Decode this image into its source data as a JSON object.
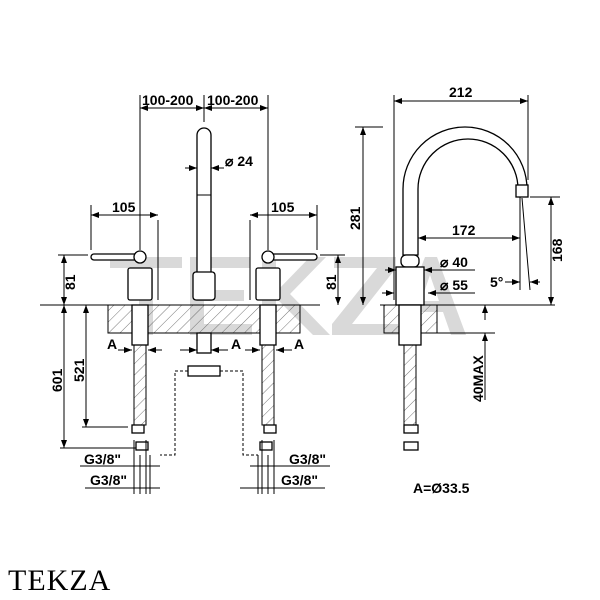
{
  "watermark": "TEKZA",
  "logo": "TEKZA",
  "front_view": {
    "spacing_left": "100-200",
    "spacing_right": "100-200",
    "spout_diameter": "24",
    "diameter_symbol": "⌀",
    "lever_left": "105",
    "lever_right": "105",
    "height_left": "81",
    "height_right": "81",
    "total_below": "601",
    "hose_length": "521",
    "section_mark": "A",
    "thread_labels": [
      "G3/8\"",
      "G3/8\"",
      "G3/8\"",
      "G3/8\""
    ]
  },
  "side_view": {
    "reach_total": "212",
    "height_total": "281",
    "reach_spout": "172",
    "spout_height": "168",
    "diameter_1": "40",
    "diameter_2": "55",
    "angle": "5°",
    "deck_max": "40MAX",
    "note": "A=Ø33.5"
  },
  "colors": {
    "line": "#000000",
    "watermark": "#d9d9d9"
  }
}
